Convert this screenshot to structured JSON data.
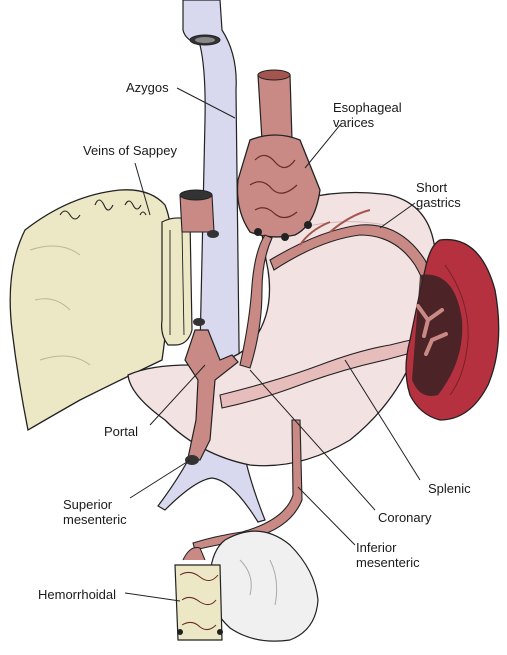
{
  "labels": {
    "azygos": "Azygos",
    "esophageal_varices": "Esophageal\nvarices",
    "veins_of_sappey": "Veins of Sappey",
    "short_gastrics": "Short\ngastrics",
    "portal": "Portal",
    "splenic": "Splenic",
    "superior_mesenteric": "Superior\nmesenteric",
    "coronary": "Coronary",
    "inferior_mesenteric": "Inferior\nmesenteric",
    "hemorrhoidal": "Hemorrhoidal"
  },
  "colors": {
    "vena_cava": "#d8d9ee",
    "liver": "#ece7c4",
    "stomach": "#f3e2e2",
    "vein": "#c98a86",
    "vein_dark": "#a4554f",
    "spleen": "#b5313f",
    "spleen_core": "#3a2224",
    "colon": "#f0f0f0"
  },
  "icons": {
    "liver": "liver-illustration",
    "stomach": "stomach-illustration",
    "spleen": "spleen-illustration",
    "colon": "colon-illustration"
  }
}
